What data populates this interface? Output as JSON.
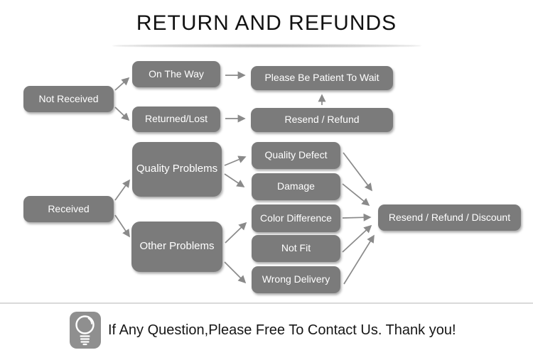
{
  "title": "RETURN AND REFUNDS",
  "nodes": {
    "not_received": "Not Received",
    "received": "Received",
    "on_the_way": "On The Way",
    "returned_lost": "Returned/Lost",
    "please_wait": "Please Be Patient To Wait",
    "resend_refund": "Resend / Refund",
    "quality_problems": "Quality Problems",
    "other_problems": "Other Problems",
    "quality_defect": "Quality Defect",
    "damage": "Damage",
    "color_difference": "Color Difference",
    "not_fit": "Not Fit",
    "wrong_delivery": "Wrong Delivery",
    "resolution": "Resend / Refund / Discount"
  },
  "footer": {
    "icon": "lightbulb-icon",
    "text": "If Any Question,Please Free To Contact Us. Thank you!"
  },
  "colors": {
    "node_background": "#7b7b7b",
    "node_text": "#ffffff",
    "arrow": "#8a8a8a",
    "title_text": "#121212",
    "divider": "#d9d9d9",
    "icon_background": "#8f8f8f",
    "page_background": "#ffffff"
  }
}
